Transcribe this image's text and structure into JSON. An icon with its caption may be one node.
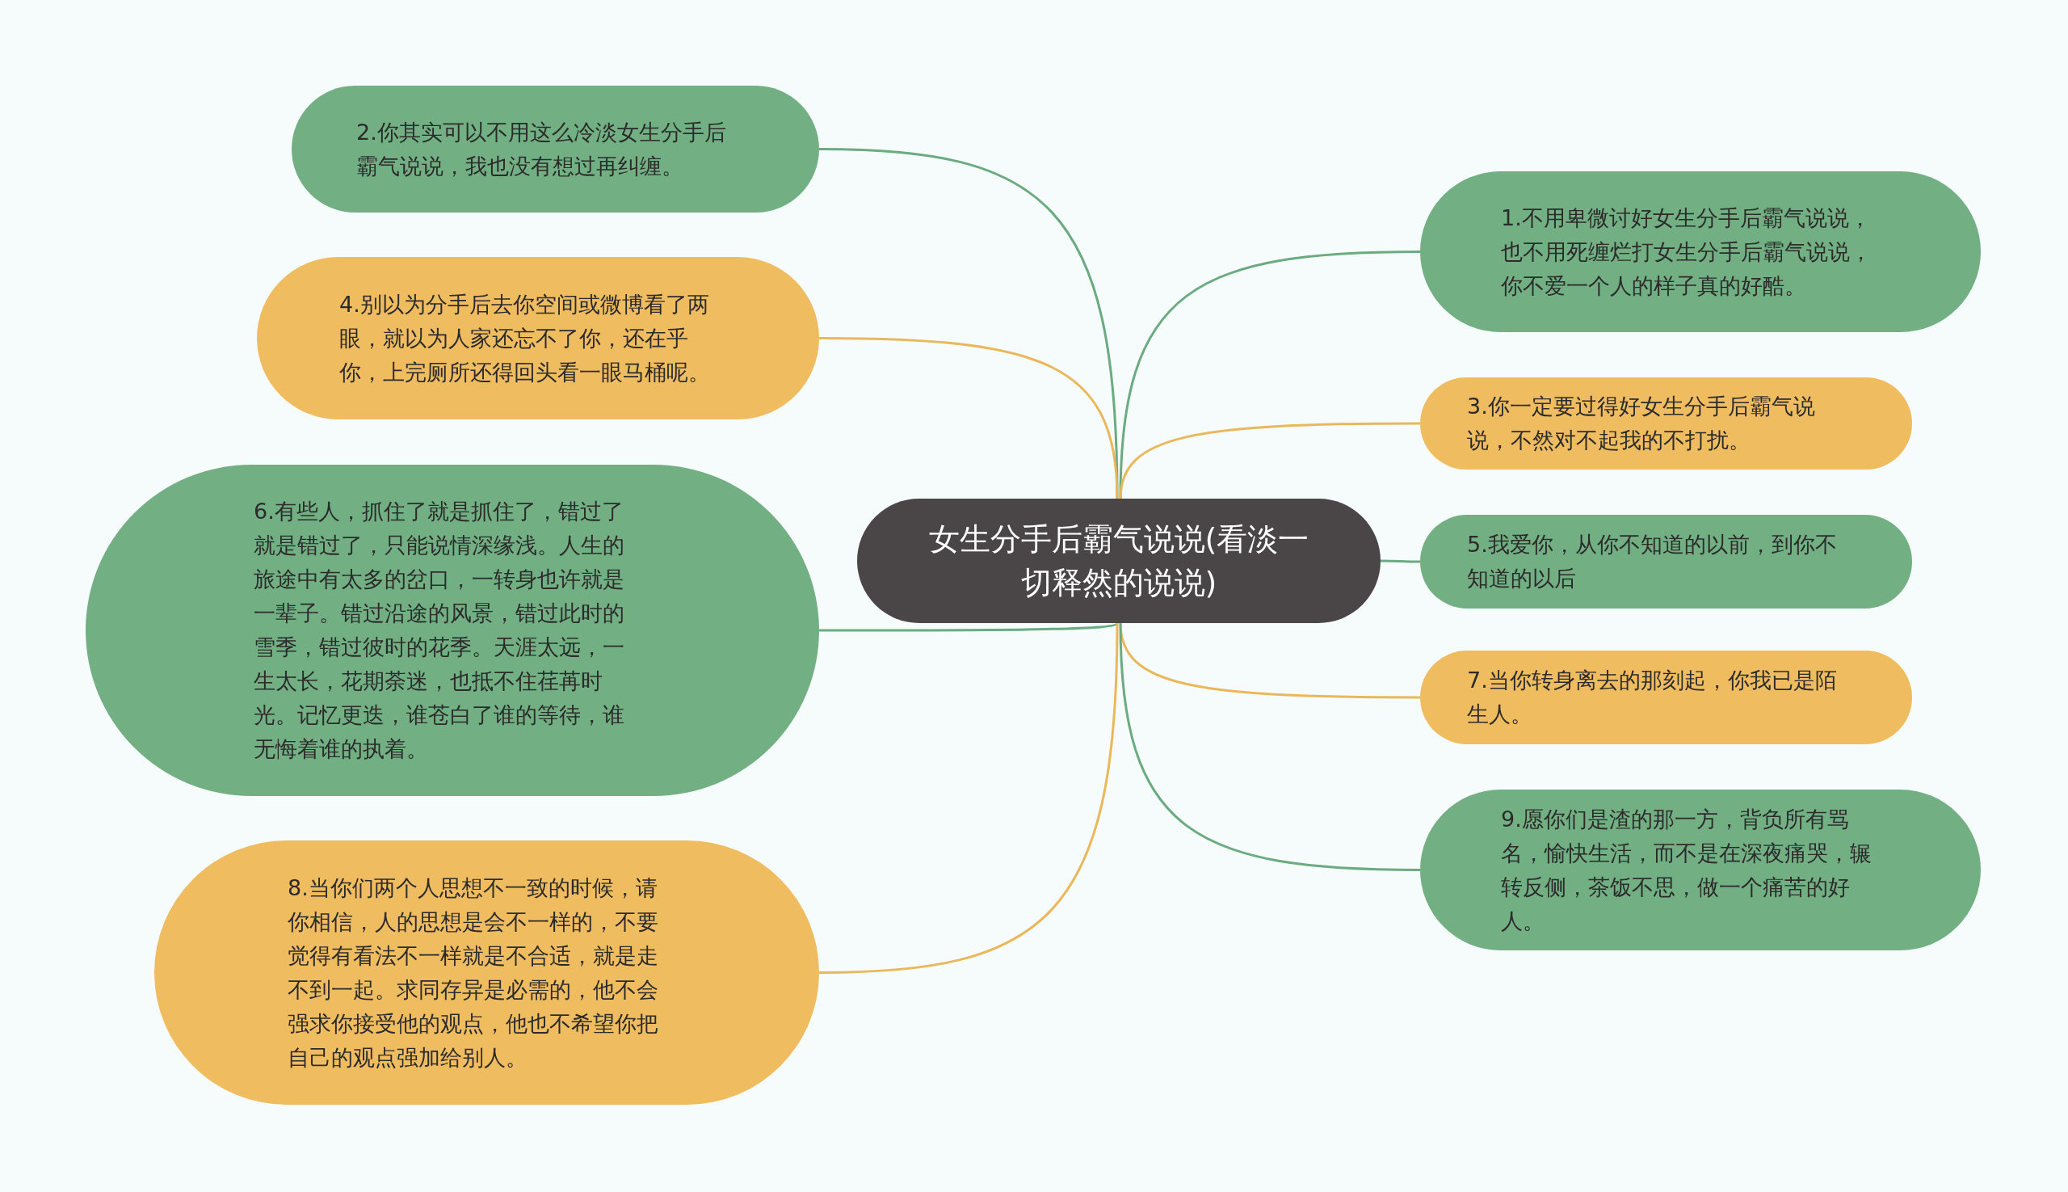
{
  "diagram": {
    "nodes": [
      {
        "text": [
          "女生分手后霸气说说(看淡一切释然的说说)"
        ]
      },
      {
        "text": [
          "1.不用卑微讨好女生分手后霸气说说，也不用死缠烂打女生分手后霸气说说，你不爱一个人的样子真的好酷。"
        ]
      },
      {
        "text": [
          "2.你其实可以不用这么冷淡女生分手后霸气说说，我也没有想过再纠缠。"
        ]
      },
      {
        "text": [
          "3.你一定要过得好女生分手后霸气说说，不然对不起我的不打扰。"
        ]
      },
      {
        "text": [
          "4.别以为分手后去你空间或微博看了两眼，就以为人家还忘不了你，还在乎你，上完厕所还得回头看一眼马桶呢。"
        ]
      },
      {
        "text": [
          "5.我爱你，从你不知道的以前，到你不知道的以后"
        ]
      },
      {
        "text": [
          "6.有些人，抓住了就是抓住了，错过了就是错过了，只能说情深缘浅。人生的旅途中有太多的岔口，一转身也许就是一辈子。错过沿途的风景，错过此时的雪季，错过彼时的花季。天涯太远，一生太长，花期荼迷，也抵不住荏苒时光。记忆更迭，谁苍白了谁的等待，谁无悔着谁的执着。"
        ]
      },
      {
        "text": [
          "7.当你转身离去的那刻起，你我已是陌生人。"
        ]
      },
      {
        "text": [
          "8.当你们两个人思想不一致的时候，请你相信，人的思想是会不一样的，不要觉得有看法不一样就是不合适，就是走不到一起。求同存异是必需的，他不会强求你接受他的观点，他也不希望你把自己的观点强加给别人。"
        ]
      },
      {
        "text": [
          "9.愿你们是渣的那一方，背负所有骂名，愉快生活，而不是在深夜痛哭，辗转反侧，茶饭不思，做一个痛苦的好人。"
        ]
      }
    ],
    "edges": [
      {
        "from": 0,
        "to": 1,
        "arrow": "none"
      },
      {
        "from": 0,
        "to": 2,
        "arrow": "none"
      },
      {
        "from": 0,
        "to": 3,
        "arrow": "none",
        "color": "#eab85a"
      },
      {
        "from": 0,
        "to": 4,
        "arrow": "none",
        "color": "#eab85a"
      },
      {
        "from": 0,
        "to": 5,
        "arrow": "none"
      },
      {
        "from": 0,
        "to": 6,
        "arrow": "none"
      },
      {
        "from": 0,
        "to": 7,
        "arrow": "none",
        "color": "#eab85a"
      },
      {
        "from": 0,
        "to": 8,
        "arrow": "none",
        "color": "#eab85a"
      },
      {
        "from": 0,
        "to": 9,
        "arrow": "none"
      }
    ]
  }
}
